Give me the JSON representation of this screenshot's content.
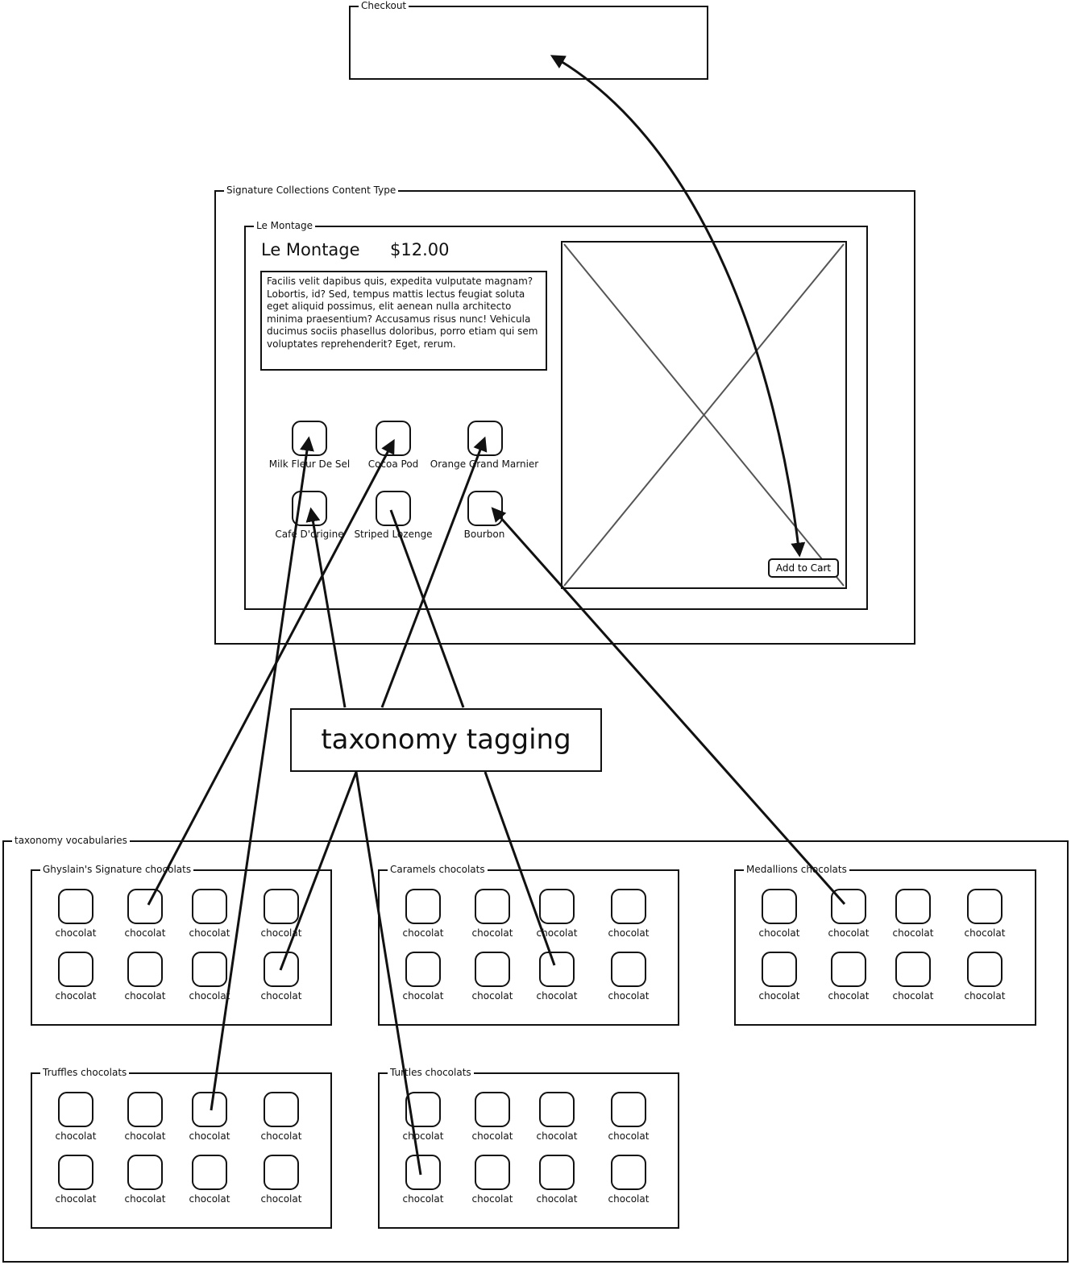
{
  "checkout": {
    "label": "Checkout"
  },
  "content_type": {
    "label": "Signature Collections Content Type"
  },
  "product": {
    "panel_label": "Le Montage",
    "name": "Le Montage",
    "price": "$12.00",
    "description": "Facilis velit dapibus quis, expedita vulputate magnam? Lobortis, id? Sed, tempus mattis lectus feugiat soluta eget aliquid possimus, elit aenean nulla architecto minima praesentium? Accusamus risus nunc! Vehicula ducimus sociis phasellus doloribus, porro etiam qui sem voluptates reprehenderit? Eget, rerum.",
    "add_to_cart": "Add to Cart",
    "flavors": [
      "Milk Fleur De Sel",
      "Cocoa Pod",
      "Orange Grand Marnier",
      "Cafe D'origine",
      "Striped Lozenge",
      "Bourbon"
    ]
  },
  "tagging": {
    "label": "taxonomy tagging"
  },
  "vocabularies": {
    "label": "taxonomy vocabularies",
    "groups": [
      {
        "label": "Ghyslain's Signature chocolats",
        "items": [
          "chocolat",
          "chocolat",
          "chocolat",
          "chocolat",
          "chocolat",
          "chocolat",
          "chocolat",
          "chocolat"
        ]
      },
      {
        "label": "Caramels chocolats",
        "items": [
          "chocolat",
          "chocolat",
          "chocolat",
          "chocolat",
          "chocolat",
          "chocolat",
          "chocolat",
          "chocolat"
        ]
      },
      {
        "label": "Medallions chocolats",
        "items": [
          "chocolat",
          "chocolat",
          "chocolat",
          "chocolat",
          "chocolat",
          "chocolat",
          "chocolat",
          "chocolat"
        ]
      },
      {
        "label": "Truffles chocolats",
        "items": [
          "chocolat",
          "chocolat",
          "chocolat",
          "chocolat",
          "chocolat",
          "chocolat",
          "chocolat",
          "chocolat"
        ]
      },
      {
        "label": "Turtles chocolats",
        "items": [
          "chocolat",
          "chocolat",
          "chocolat",
          "chocolat",
          "chocolat",
          "chocolat",
          "chocolat",
          "chocolat"
        ]
      }
    ]
  }
}
